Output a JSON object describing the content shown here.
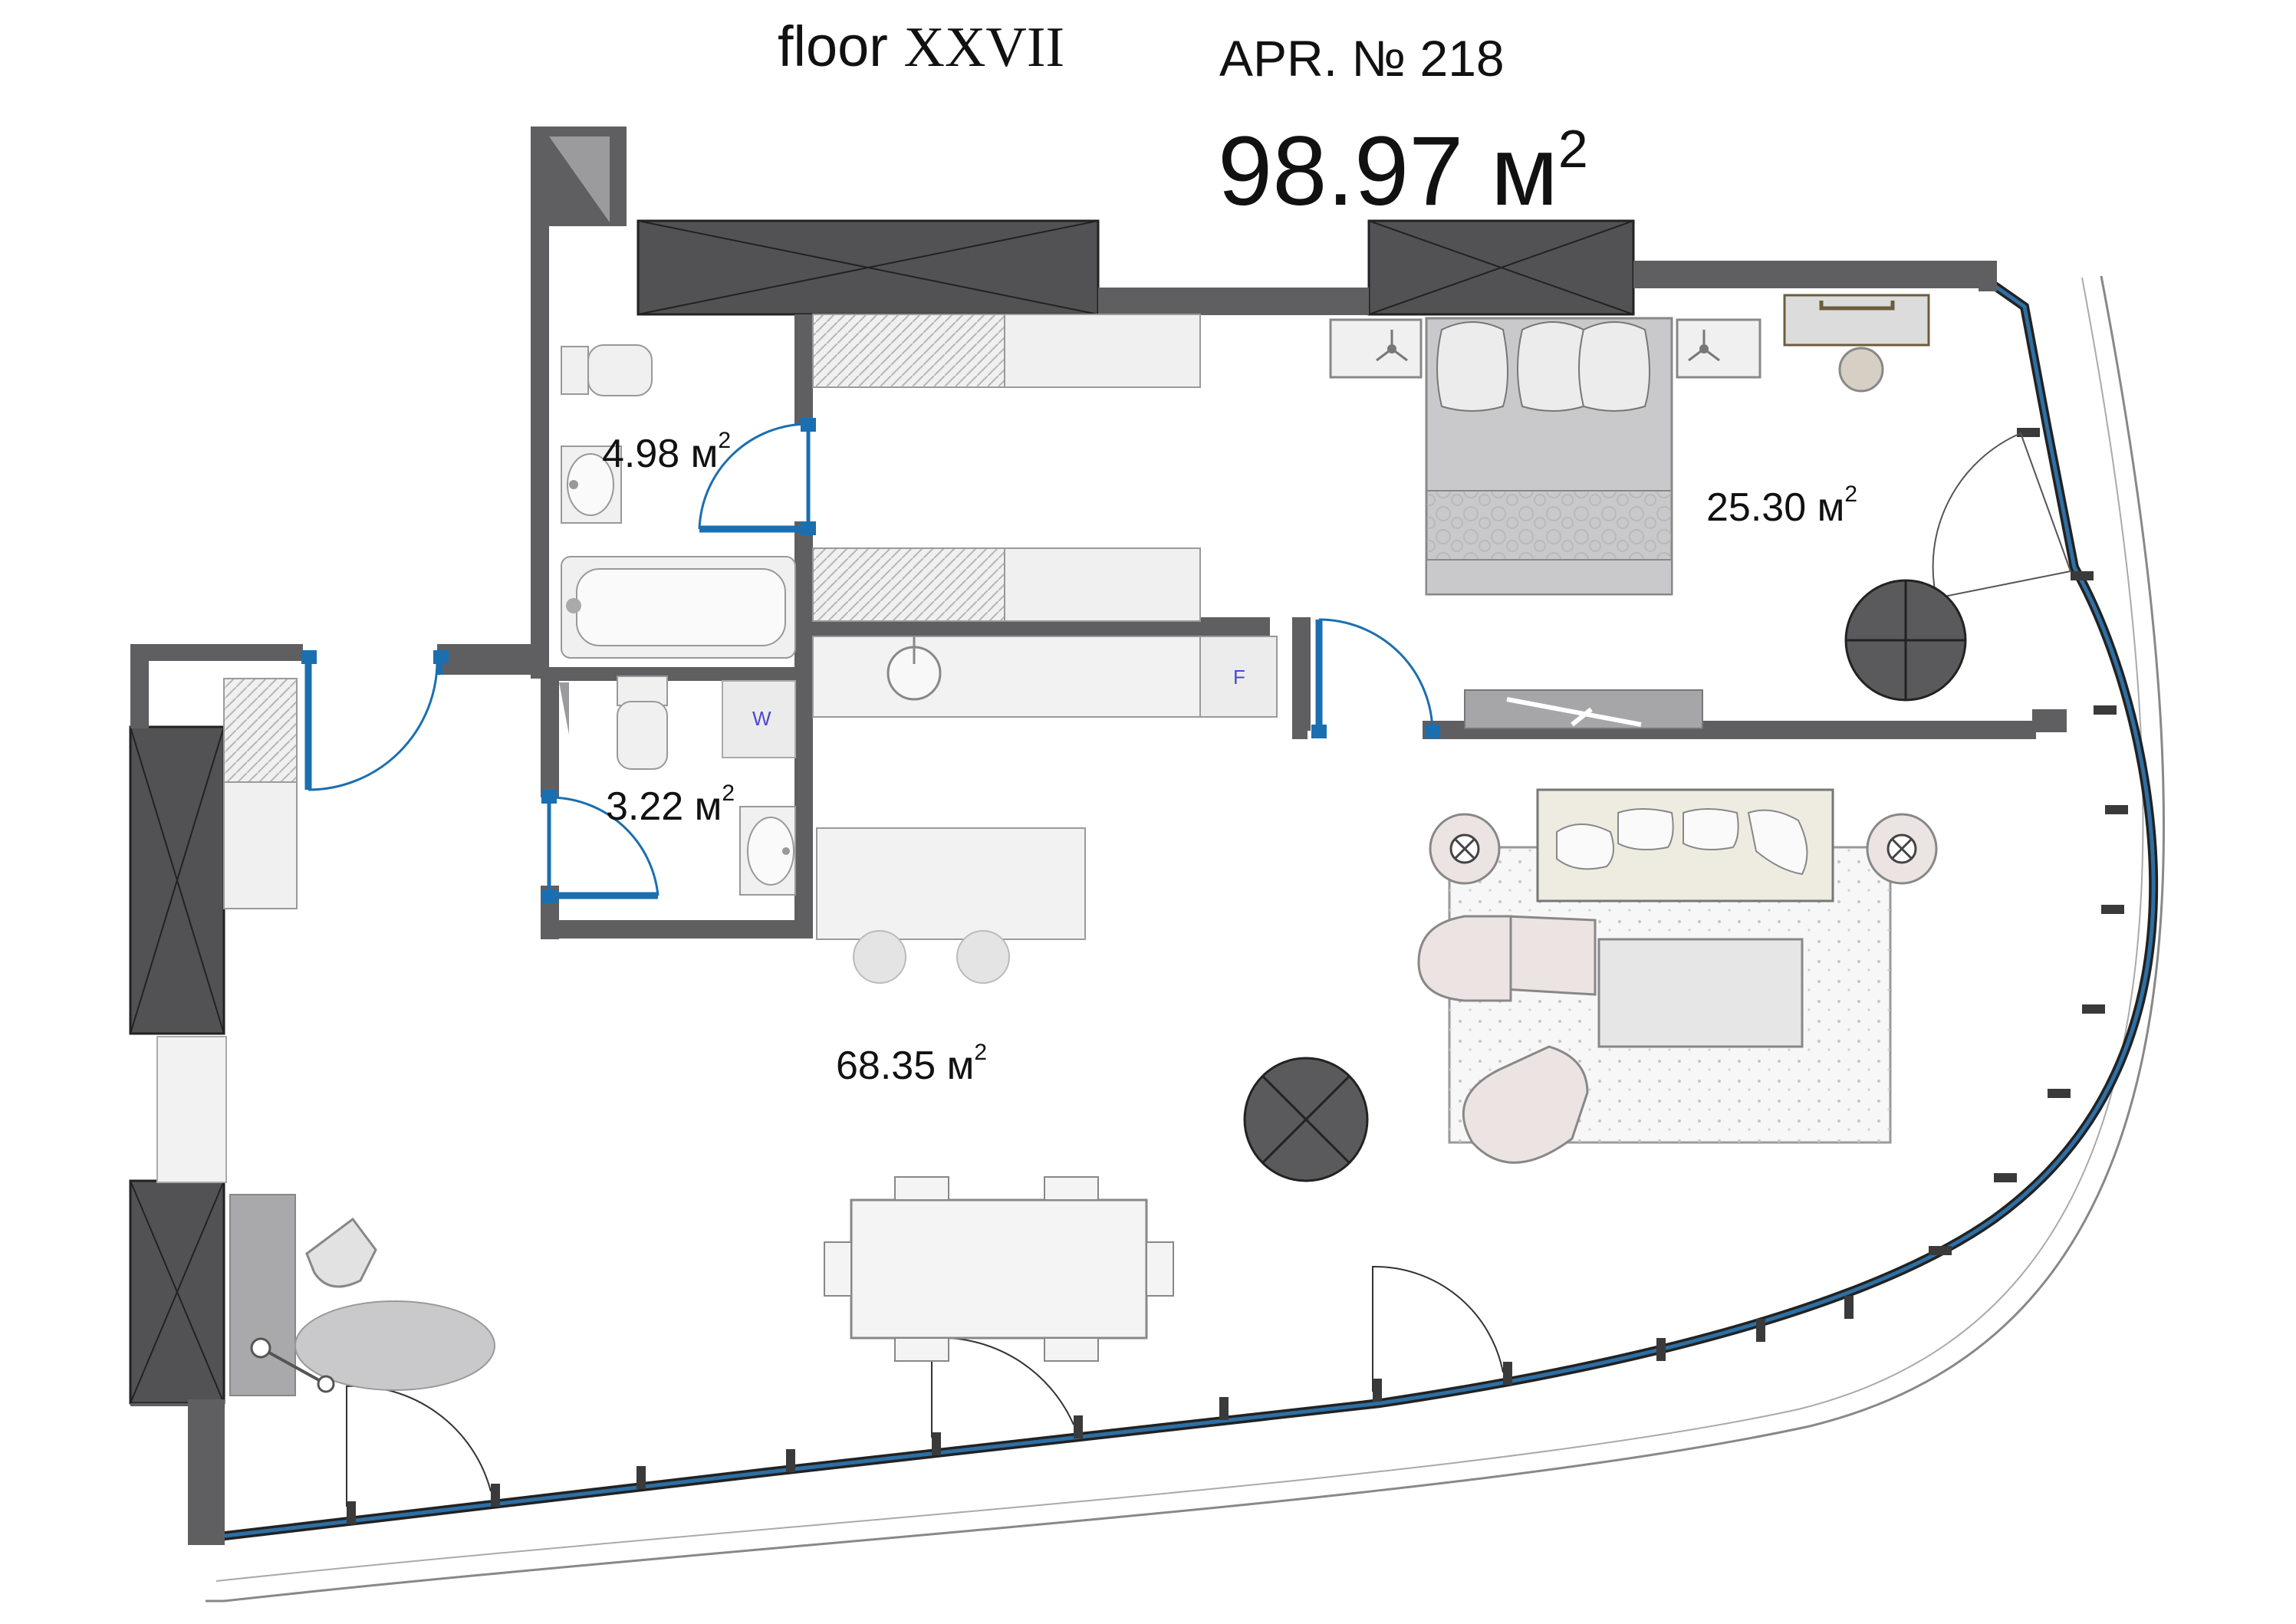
{
  "header": {
    "floor_word": "floor",
    "floor_number": "XXVII",
    "apartment_label": "APR. № 218",
    "total_area_value": "98.97 м",
    "total_area_exp": "2"
  },
  "rooms": {
    "bathroom": {
      "value": "4.98 м",
      "exp": "2"
    },
    "wc": {
      "value": "3.22 м",
      "exp": "2"
    },
    "bedroom": {
      "value": "25.30 м",
      "exp": "2"
    },
    "living": {
      "value": "68.35 м",
      "exp": "2"
    }
  },
  "appliance_marks": {
    "washer": "W",
    "fridge": "F"
  },
  "colors": {
    "wall": "#5f5f61",
    "shaft": "#525254",
    "door_blue": "#1a6fb0",
    "furniture_fill": "#f0f0f0",
    "furniture_stroke": "#9a9a9a",
    "bed_grey": "#c9c9cb",
    "sofa_beige": "#eeebe0",
    "armchair_pink": "#ece4e2",
    "desk_brown": "#b8a994"
  }
}
